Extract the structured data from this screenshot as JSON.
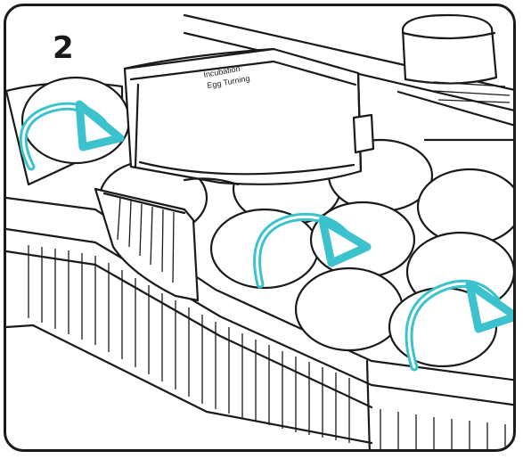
{
  "step": {
    "number": "2"
  },
  "module": {
    "label_line1": "Incubation",
    "label_line2": "Egg Turning"
  },
  "colors": {
    "arrow": "#3cc2cc",
    "line": "#1a1a1a",
    "background": "#ffffff"
  },
  "icons": [
    "rotation-arrow-icon"
  ]
}
